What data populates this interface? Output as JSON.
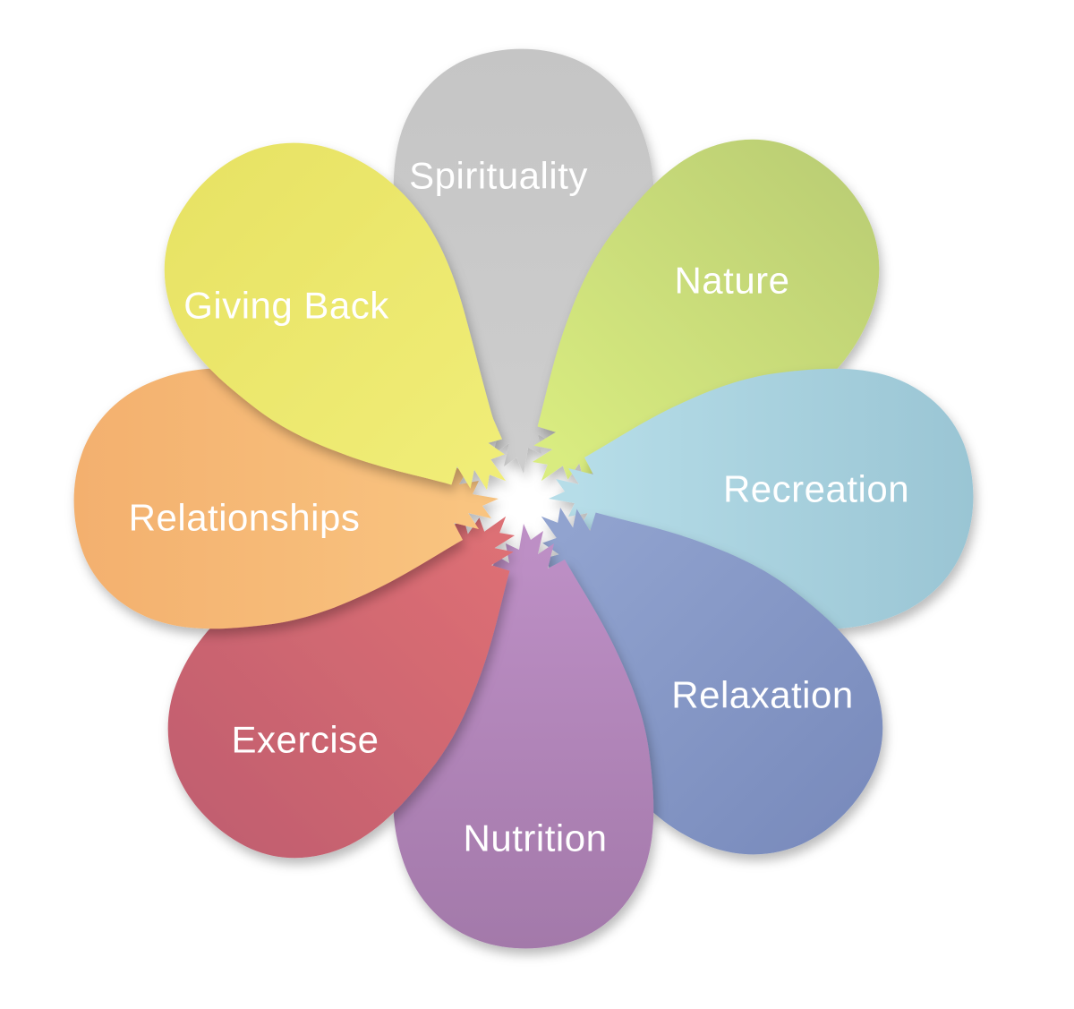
{
  "diagram": {
    "type": "flower-petal-wheel",
    "petal_count": 8,
    "background": "#ffffff",
    "text_color": "#ffffff",
    "petals": [
      {
        "label": "Spirituality",
        "position": "top",
        "color_inner": "#cdcdcd",
        "color_outer": "#c5c5c5"
      },
      {
        "label": "Nature",
        "position": "top-right",
        "color_inner": "#d9ec80",
        "color_outer": "#bccf74"
      },
      {
        "label": "Recreation",
        "position": "right",
        "color_inner": "#b6dde8",
        "color_outer": "#9ac5d4"
      },
      {
        "label": "Relaxation",
        "position": "bottom-right",
        "color_inner": "#91a3cf",
        "color_outer": "#7a8cbd"
      },
      {
        "label": "Nutrition",
        "position": "bottom",
        "color_inner": "#bd8fc5",
        "color_outer": "#a379aa"
      },
      {
        "label": "Exercise",
        "position": "bottom-left",
        "color_inner": "#dd6f74",
        "color_outer": "#c25f6f"
      },
      {
        "label": "Relationships",
        "position": "left",
        "color_inner": "#f9c480",
        "color_outer": "#f3b06e"
      },
      {
        "label": "Giving Back",
        "position": "top-left",
        "color_inner": "#f0ed77",
        "color_outer": "#e8e365"
      }
    ]
  }
}
